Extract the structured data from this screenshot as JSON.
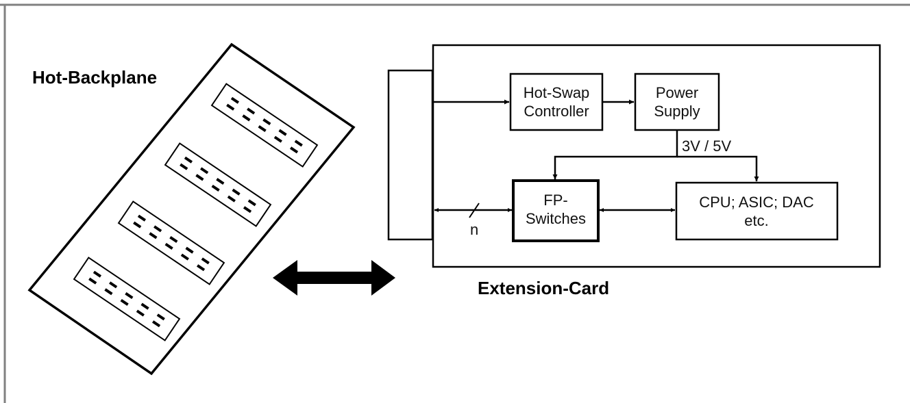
{
  "labels": {
    "backplane": "Hot-Backplane",
    "extension_card": "Extension-Card",
    "hot_swap_line1": "Hot-Swap",
    "hot_swap_line2": "Controller",
    "power_line1": "Power",
    "power_line2": "Supply",
    "voltage": "3V / 5V",
    "fp_line1": "FP-",
    "fp_line2": "Switches",
    "cpu_line1": "CPU; ASIC; DAC",
    "cpu_line2": "etc.",
    "bus_width": "n"
  },
  "backplane": {
    "connector_count": 4,
    "pin_pairs_per_connector": 5
  }
}
